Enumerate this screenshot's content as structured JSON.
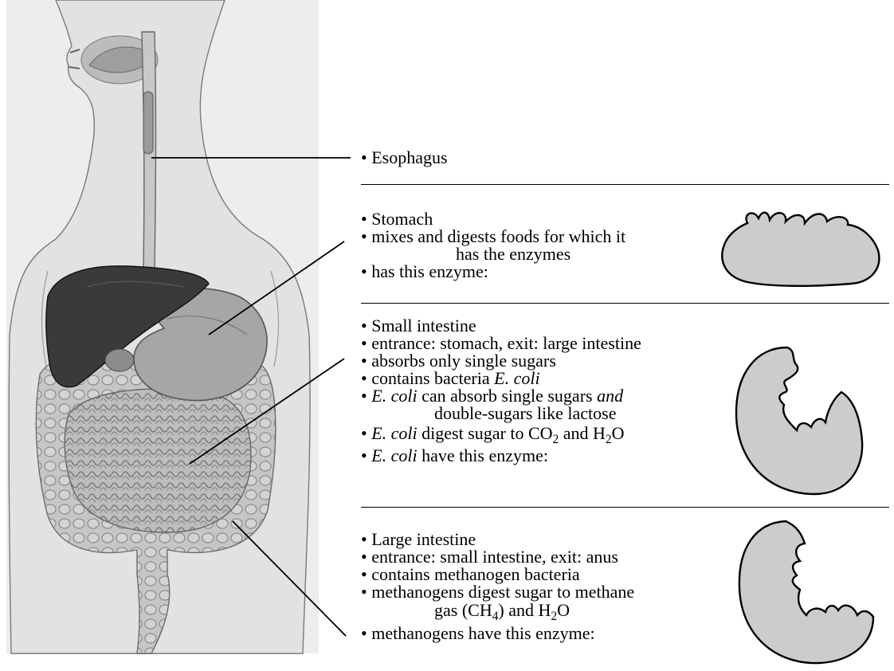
{
  "sections": {
    "esophagus": {
      "lines": [
        "• Esophagus"
      ]
    },
    "stomach": {
      "lines": [
        "• Stomach",
        "• mixes and digests foods for which it",
        "has the enzymes",
        "• has this enzyme:"
      ]
    },
    "small_intestine": {
      "l1": "• Small intestine",
      "l2": "• entrance: stomach, exit: large intestine",
      "l3": "• absorbs only single sugars",
      "l4_a": "• contains bacteria ",
      "l4_b": "E. coli",
      "l5_a": "• ",
      "l5_b": "E. coli",
      "l5_c": " can absorb single sugars ",
      "l5_d": "and",
      "l6": "double-sugars like lactose",
      "l7_a": "• ",
      "l7_b": "E. coli",
      "l7_c": " digest sugar to CO",
      "l7_d": "2",
      "l7_e": " and H",
      "l7_f": "2",
      "l7_g": "O",
      "l8_a": "• ",
      "l8_b": "E. coli",
      "l8_c": " have this enzyme:"
    },
    "large_intestine": {
      "l1": "• Large intestine",
      "l2": "• entrance: small intestine, exit: anus",
      "l3": "• contains methanogen bacteria",
      "l4": "• methanogens digest sugar to methane",
      "l5_a": "gas (CH",
      "l5_b": "4",
      "l5_c": ") and H",
      "l5_d": "2",
      "l5_e": "O",
      "l6": "• methanogens have this enzyme:"
    }
  },
  "enzyme_fill": "#cccccc",
  "colors": {
    "liver": "#3a3a3a",
    "organ_gray": "#a8a8a8",
    "body_gray": "#dedede"
  }
}
